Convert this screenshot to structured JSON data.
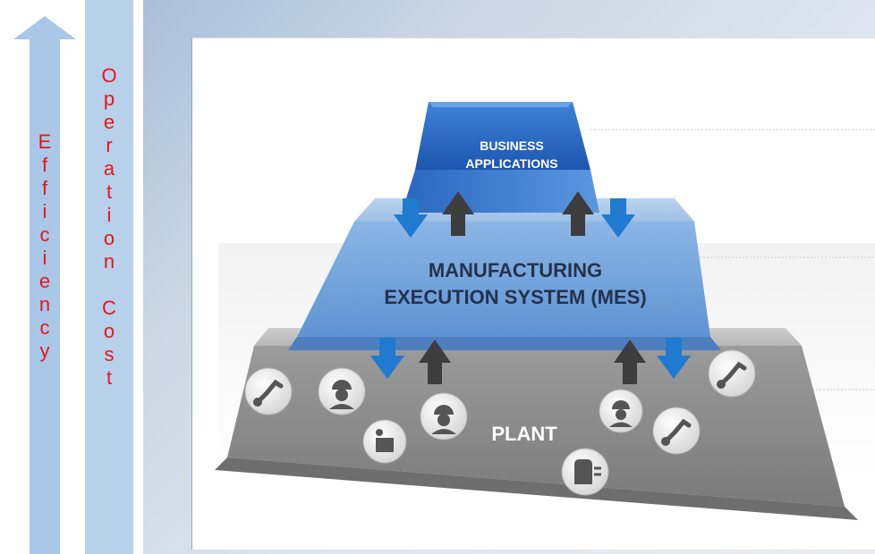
{
  "left_axis": {
    "efficiency_letters": [
      "E",
      "f",
      "f",
      "i",
      "c",
      "i",
      "e",
      "n",
      "c",
      "y"
    ],
    "operation_letters": [
      "O",
      "p",
      "e",
      "r",
      "a",
      "t",
      "i",
      "o",
      "n"
    ],
    "cost_letters": [
      "C",
      "o",
      "s",
      "t"
    ],
    "arrow_color": "#a9c8e8",
    "text_color": "#e8141b"
  },
  "pyramid": {
    "top_label_1": "BUSINESS",
    "top_label_2": "APPLICATIONS",
    "middle_label_1": "MANUFACTURING",
    "middle_label_2": "EXECUTION SYSTEM (MES)",
    "base_label": "PLANT",
    "colors": {
      "top": "#2f6fc8",
      "middle": "#6a9fd8",
      "base": "#8c8c8c",
      "down_arrow": "#1f7ad0",
      "up_arrow": "#3d3d3d"
    }
  },
  "icons": [
    "robot-arm-icon",
    "worker-icon",
    "worker-icon",
    "worker-icon",
    "robot-arm-icon",
    "robot-arm-icon",
    "operator-panel-icon",
    "furnace-icon"
  ]
}
